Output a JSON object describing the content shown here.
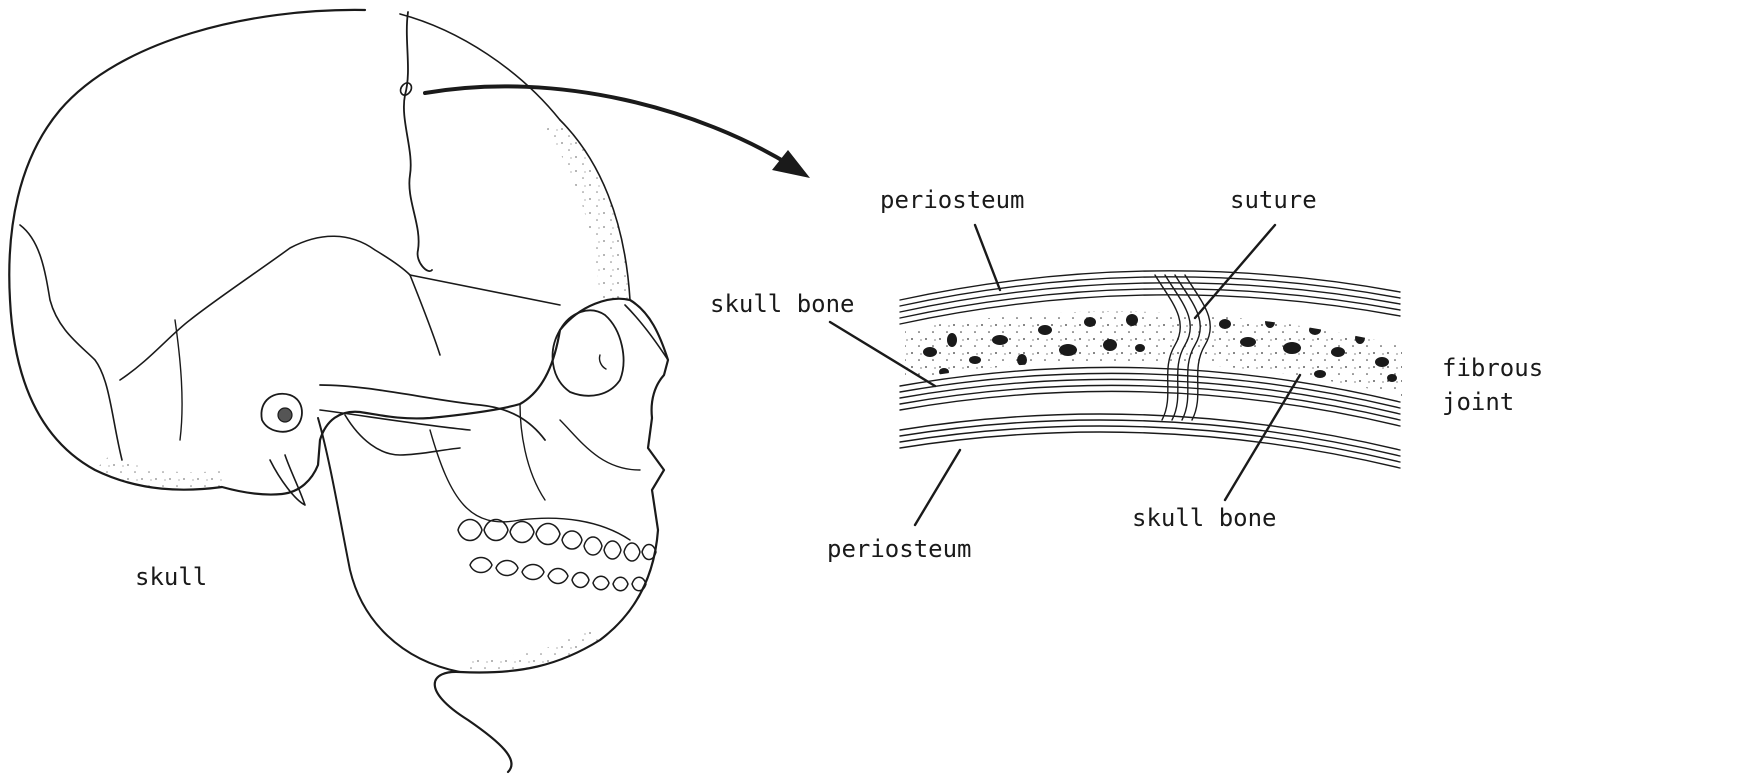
{
  "labels": {
    "skull": "skull",
    "periosteum_top": "periosteum",
    "suture": "suture",
    "skull_bone_left": "skull bone",
    "fibrous_joint_line1": "fibrous",
    "fibrous_joint_line2": "joint",
    "skull_bone_right": "skull bone",
    "periosteum_bottom": "periosteum"
  },
  "colors": {
    "ink": "#1a1a1a",
    "background": "#ffffff"
  }
}
